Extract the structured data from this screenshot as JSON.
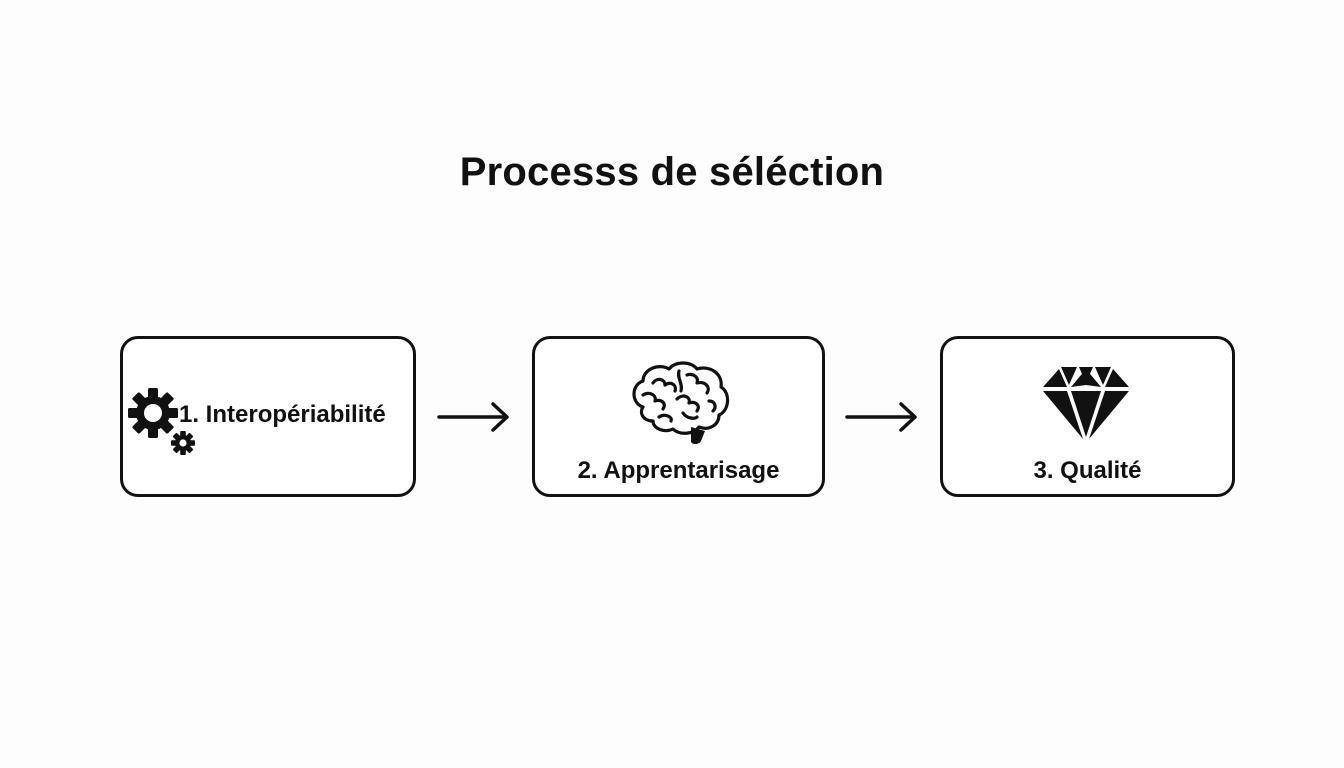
{
  "title": "Processs de séléction",
  "steps": [
    {
      "label": "1. Interopériabilité",
      "icon": "gears-icon"
    },
    {
      "label": "2. Apprentarisage",
      "icon": "brain-icon"
    },
    {
      "label": "3. Qualité",
      "icon": "diamond-icon"
    }
  ],
  "arrows": [
    "arrow-right-icon",
    "arrow-right-icon"
  ]
}
